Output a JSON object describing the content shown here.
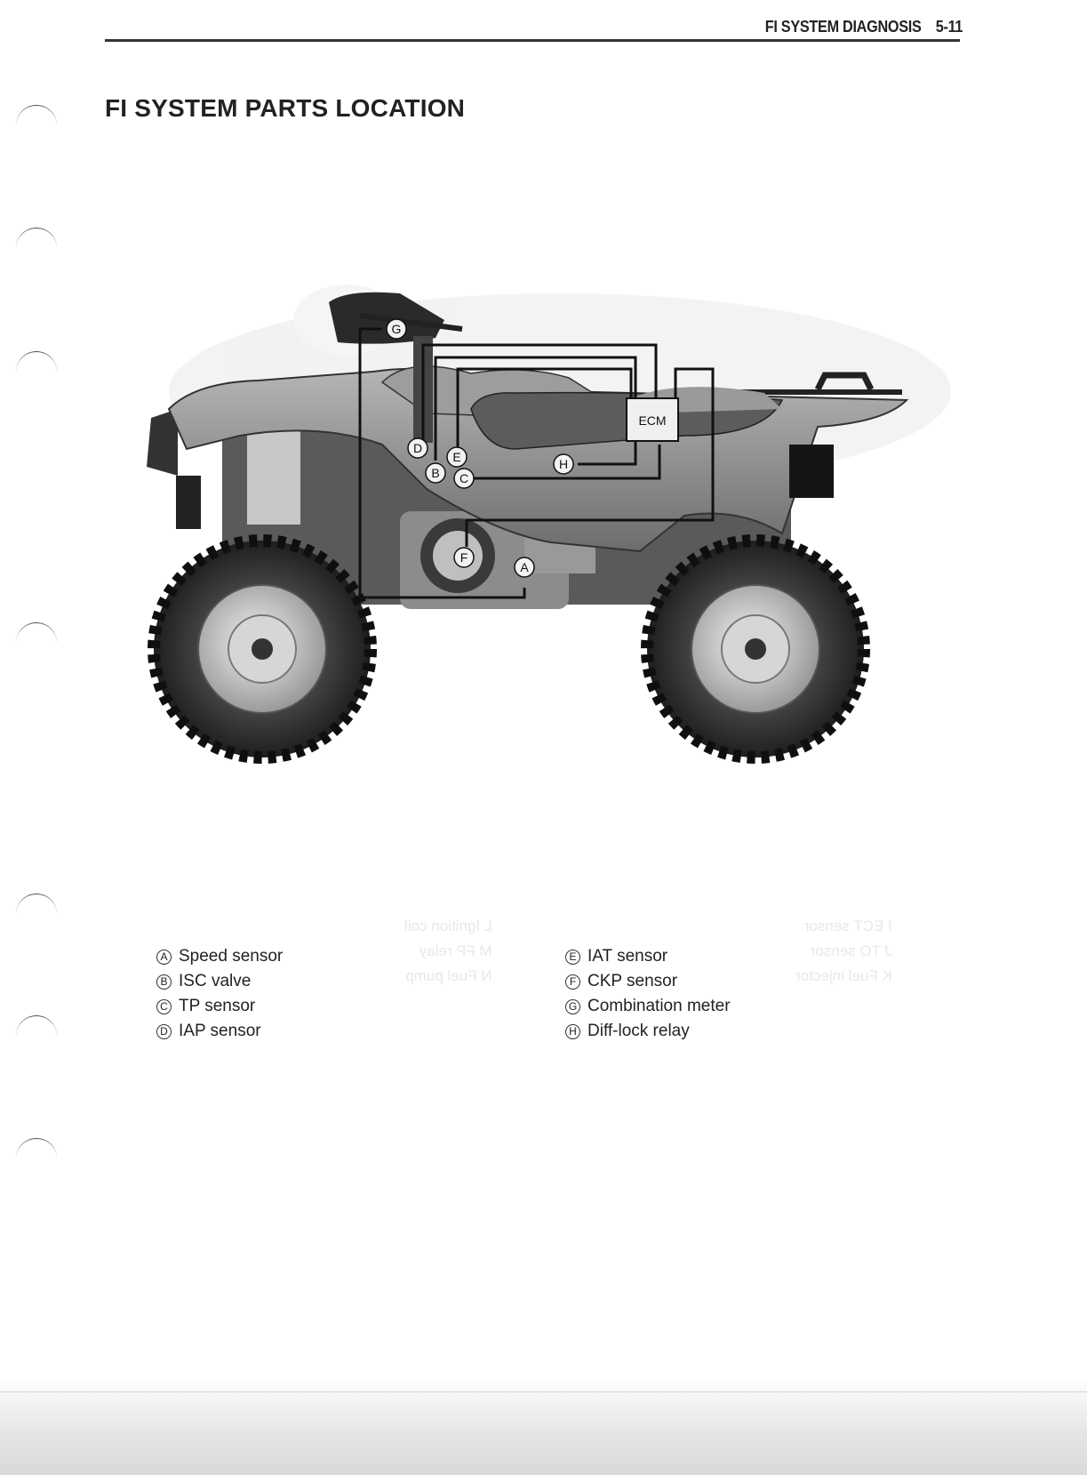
{
  "header": {
    "section": "FI SYSTEM DIAGNOSIS",
    "page": "5-11"
  },
  "page_title": "FI SYSTEM PARTS LOCATION",
  "figure": {
    "ecm_label": "ECM",
    "markers": [
      "A",
      "B",
      "C",
      "D",
      "E",
      "F",
      "G",
      "H"
    ]
  },
  "legend": {
    "left": [
      {
        "letter": "A",
        "label": "Speed sensor"
      },
      {
        "letter": "B",
        "label": "ISC valve"
      },
      {
        "letter": "C",
        "label": "TP sensor"
      },
      {
        "letter": "D",
        "label": "IAP sensor"
      }
    ],
    "right": [
      {
        "letter": "E",
        "label": "IAT sensor"
      },
      {
        "letter": "F",
        "label": "CKP sensor"
      },
      {
        "letter": "G",
        "label": "Combination meter"
      },
      {
        "letter": "H",
        "label": "Diff-lock relay"
      }
    ]
  },
  "bleed_through": {
    "left": [
      "L Ignition coil",
      "M FP relay",
      "N Fuel pump"
    ],
    "right": [
      "I ECT sensor",
      "J TO sensor",
      "K Fuel injector"
    ]
  }
}
